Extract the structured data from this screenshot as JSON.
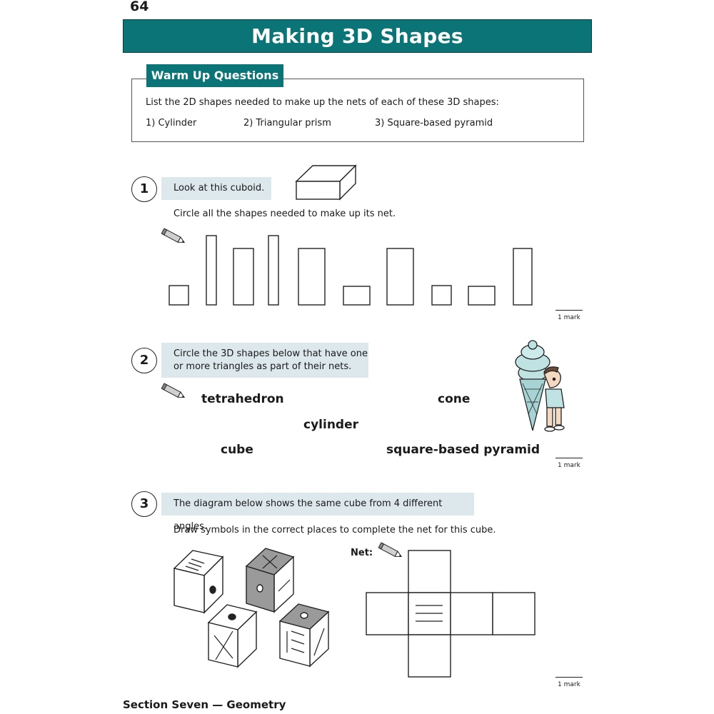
{
  "page_number": "64",
  "title": "Making 3D Shapes",
  "warmup": {
    "heading": "Warm Up Questions",
    "instruction": "List the 2D shapes needed to make up the nets of each of these 3D shapes:",
    "items": [
      "1)  Cylinder",
      "2)  Triangular prism",
      "3)  Square-based pyramid"
    ]
  },
  "q1": {
    "number": "1",
    "prompt": "Look at this cuboid.",
    "instruction": "Circle all the shapes needed to make up its net.",
    "mark": "1 mark"
  },
  "q2": {
    "number": "2",
    "prompt_line1": "Circle the 3D shapes below that have one",
    "prompt_line2": "or more triangles as part of their nets.",
    "words": [
      "tetrahedron",
      "cone",
      "cylinder",
      "cube",
      "square-based pyramid"
    ],
    "mark": "1 mark"
  },
  "q3": {
    "number": "3",
    "prompt": "The diagram below shows the same cube from 4 different angles.",
    "instruction": "Draw symbols in the correct places to complete the net for this cube.",
    "net_label": "Net:",
    "mark": "1 mark"
  },
  "footer": "Section Seven — Geometry",
  "colors": {
    "accent": "#0b7477",
    "question_box": "#dde8ec",
    "shaded_face": "#9a9a9a"
  }
}
